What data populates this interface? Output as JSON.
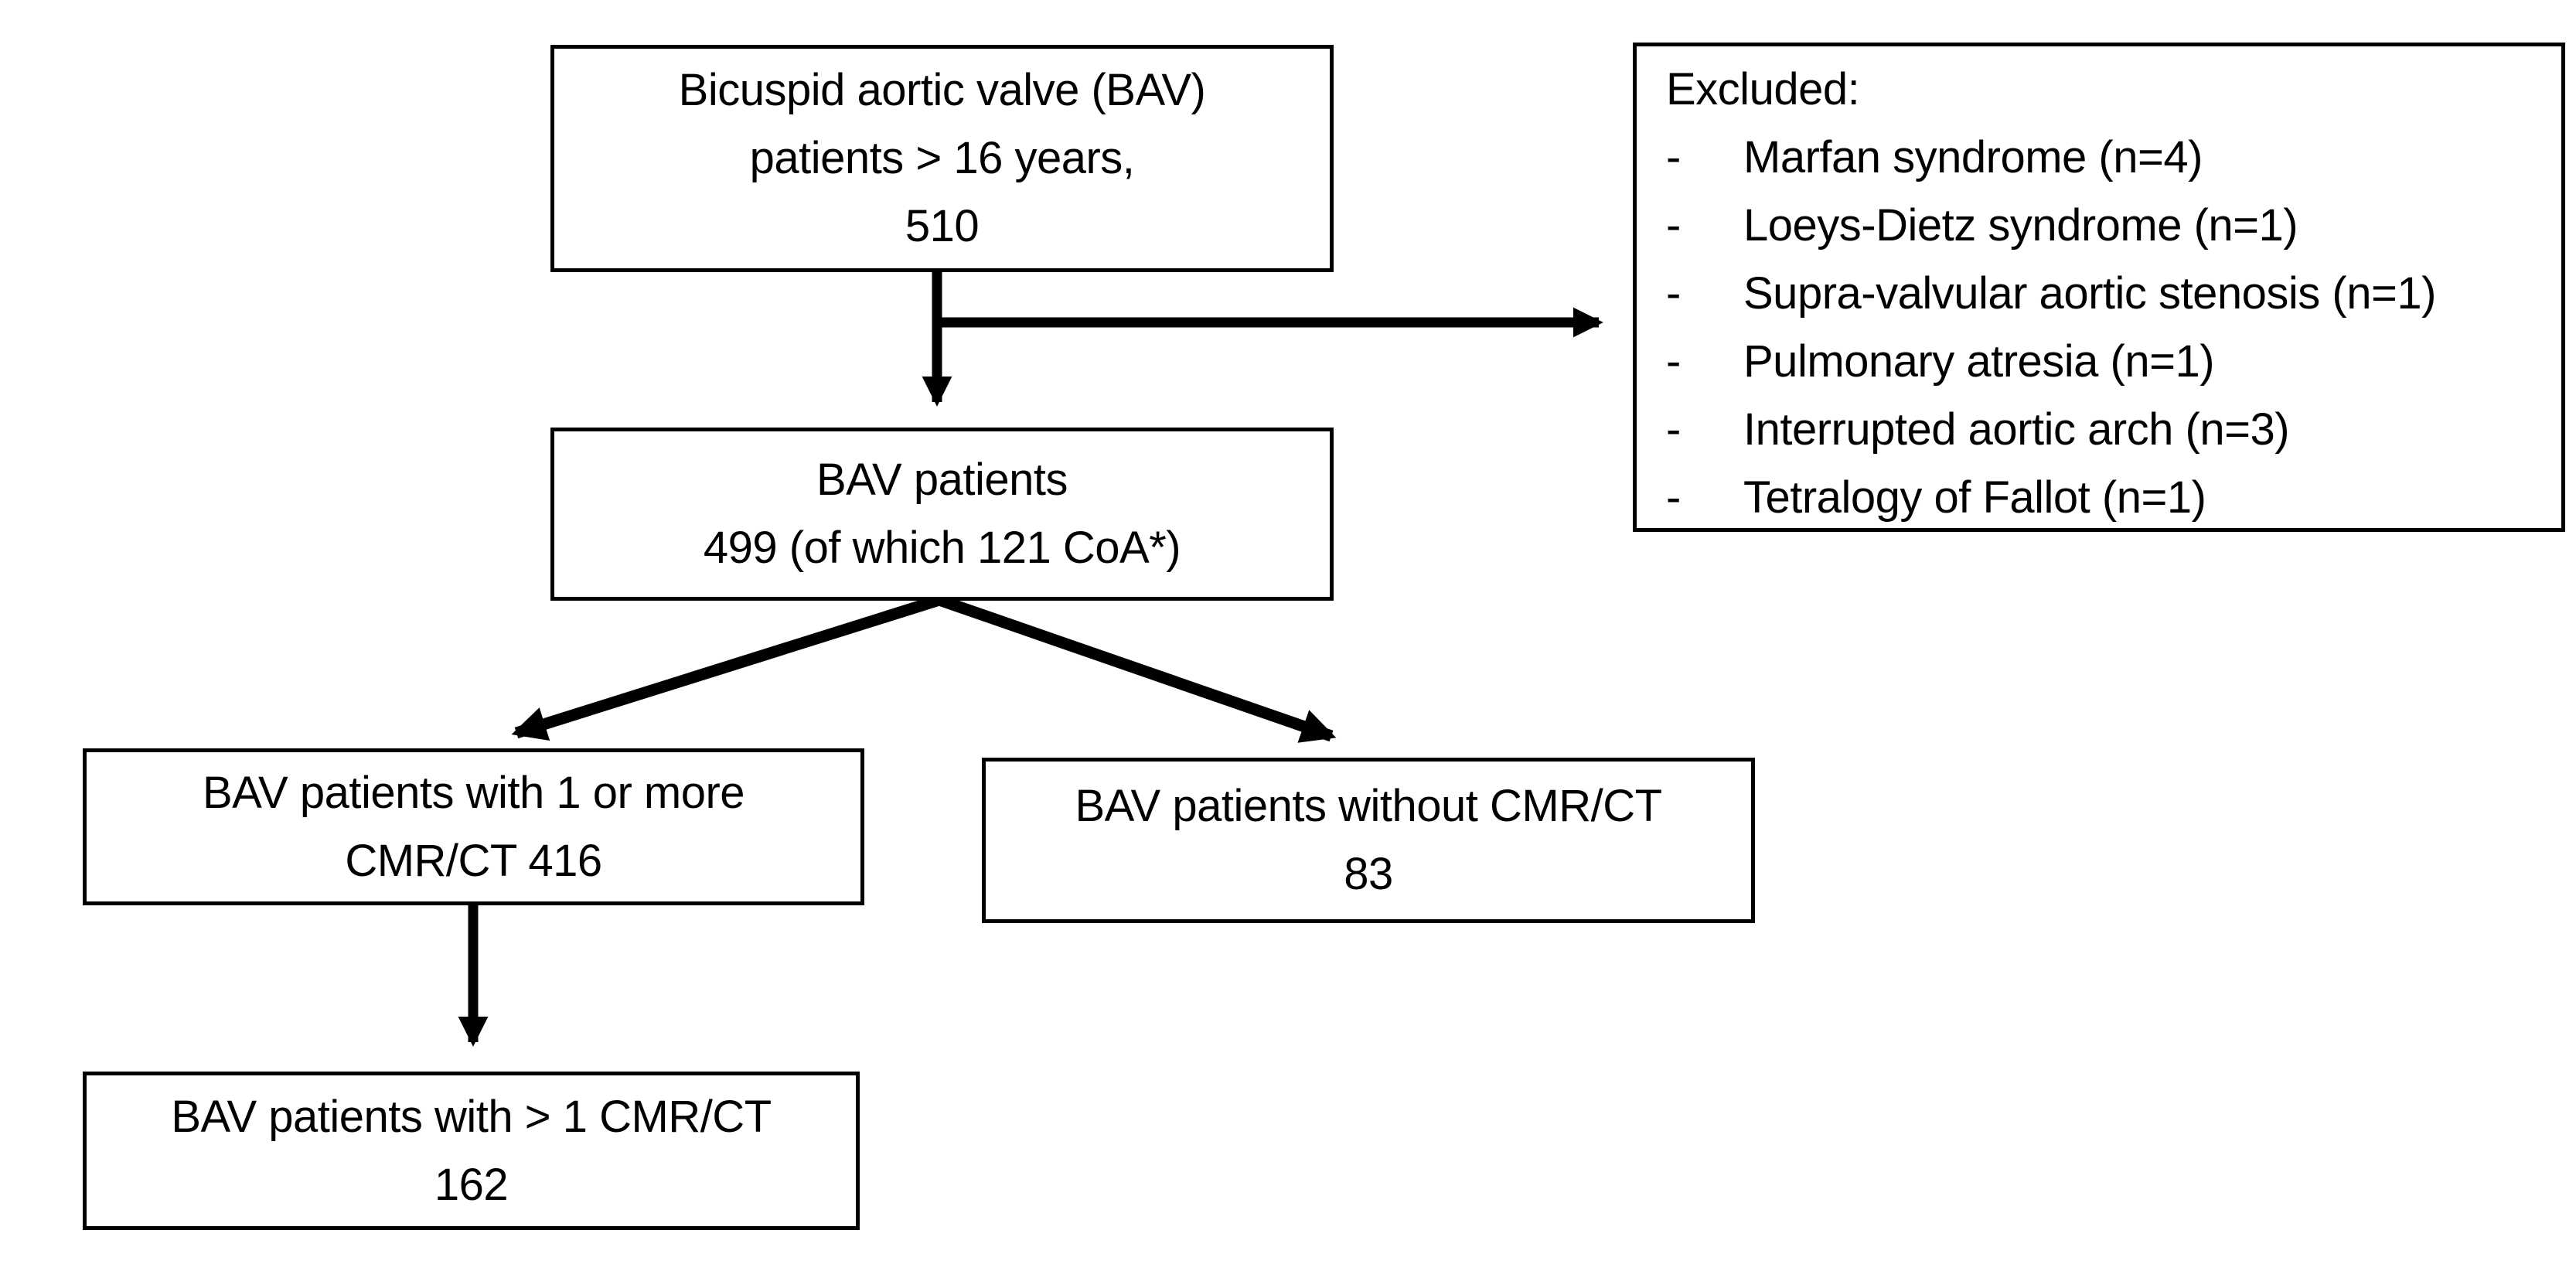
{
  "flow": {
    "colors": {
      "ink": "#000000",
      "paper": "#ffffff"
    },
    "top_box": {
      "line1": "Bicuspid aortic valve (BAV)",
      "line2": "patients > 16 years,",
      "line3": "510"
    },
    "excluded_box": {
      "title": "Excluded:",
      "bullet": "-",
      "items": [
        "Marfan syndrome (n=4)",
        "Loeys-Dietz syndrome (n=1)",
        "Supra-valvular aortic stenosis (n=1)",
        "Pulmonary atresia (n=1)",
        "Interrupted aortic arch (n=3)",
        "Tetralogy of Fallot (n=1)"
      ]
    },
    "bav_patients_box": {
      "line1": "BAV patients",
      "line2": "499 (of which 121 CoA*)"
    },
    "one_or_more_cmr_box": {
      "line1": "BAV patients with 1 or more",
      "line2": "CMR/CT 416"
    },
    "without_cmr_box": {
      "line1": "BAV patients without CMR/CT",
      "line2": "83"
    },
    "more_than_one_cmr_box": {
      "line1": "BAV patients with > 1 CMR/CT",
      "line2": "162"
    }
  }
}
